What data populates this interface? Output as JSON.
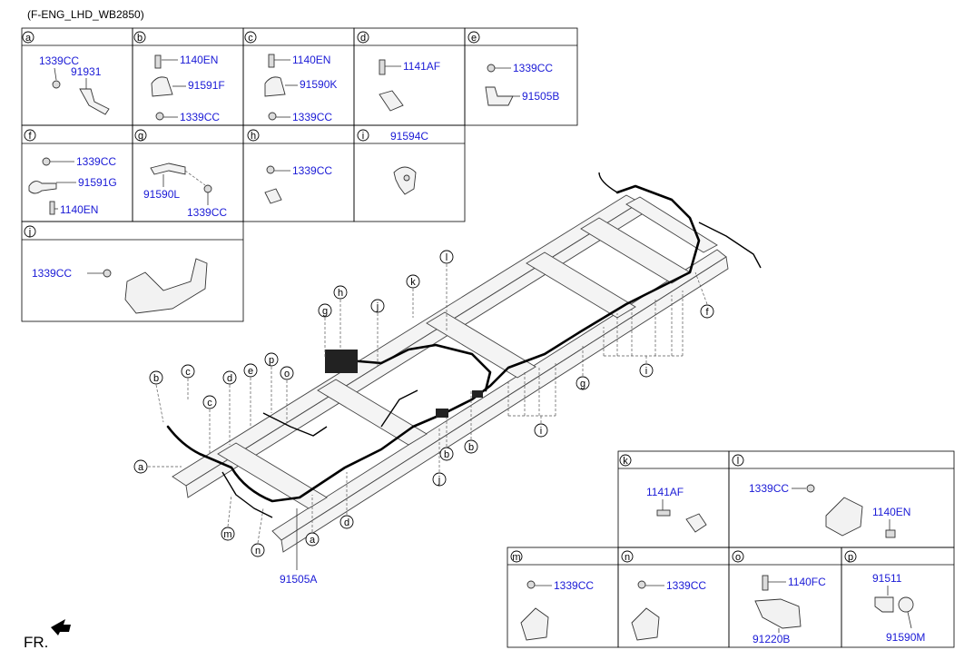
{
  "header": {
    "code": "(F-ENG_LHD_WB2850)"
  },
  "panels": {
    "a": {
      "letter": "a",
      "parts": [
        "1339CC",
        "91931"
      ]
    },
    "b": {
      "letter": "b",
      "parts": [
        "1140EN",
        "91591F",
        "1339CC"
      ]
    },
    "c": {
      "letter": "c",
      "parts": [
        "1140EN",
        "91590K",
        "1339CC"
      ]
    },
    "d": {
      "letter": "d",
      "parts": [
        "1141AF"
      ]
    },
    "e": {
      "letter": "e",
      "parts": [
        "1339CC",
        "91505B"
      ]
    },
    "f": {
      "letter": "f",
      "parts": [
        "1339CC",
        "91591G",
        "1140EN"
      ]
    },
    "g": {
      "letter": "g",
      "parts": [
        "91590L",
        "1339CC"
      ]
    },
    "h": {
      "letter": "h",
      "parts": [
        "1339CC"
      ]
    },
    "i": {
      "letter": "i",
      "parts": [
        "91594C"
      ]
    },
    "j": {
      "letter": "j",
      "parts": [
        "1339CC"
      ]
    },
    "k": {
      "letter": "k",
      "parts": [
        "1141AF"
      ]
    },
    "l": {
      "letter": "l",
      "parts": [
        "1339CC",
        "1140EN"
      ]
    },
    "m": {
      "letter": "m",
      "parts": [
        "1339CC"
      ]
    },
    "n": {
      "letter": "n",
      "parts": [
        "1339CC"
      ]
    },
    "o": {
      "letter": "o",
      "parts": [
        "1140FC",
        "91220B"
      ]
    },
    "p": {
      "letter": "p",
      "parts": [
        "91511",
        "91590M"
      ]
    }
  },
  "main": {
    "harness_part": "91505A",
    "callouts": [
      "h",
      "g",
      "j",
      "k",
      "l",
      "b",
      "c",
      "c",
      "d",
      "p",
      "e",
      "o",
      "a",
      "m",
      "n",
      "a",
      "d",
      "b",
      "b",
      "j",
      "g",
      "i",
      "i",
      "f"
    ]
  },
  "footer": {
    "direction_label": "FR."
  },
  "colors": {
    "part_number": "#1a1ad6",
    "line": "#000000"
  }
}
